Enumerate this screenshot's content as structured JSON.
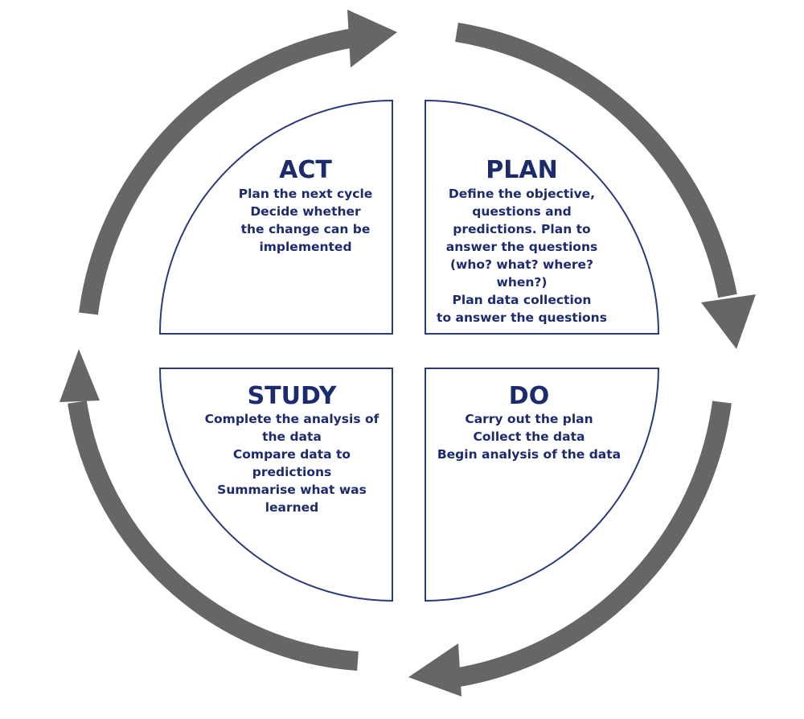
{
  "colors": {
    "arrow": "#666666",
    "text": "#1c2b6e",
    "border": "#2b3a78"
  },
  "quadrants": {
    "act": {
      "title": "ACT",
      "lines": [
        "Plan the next cycle",
        "Decide whether",
        "the change can be",
        "implemented"
      ]
    },
    "plan": {
      "title": "PLAN",
      "lines": [
        "Define the objective,",
        "questions and",
        "predictions. Plan to",
        "answer the questions",
        "(who? what? where?",
        "when?)",
        "Plan data collection",
        "to answer the questions"
      ]
    },
    "study": {
      "title": "STUDY",
      "lines": [
        "Complete the analysis of",
        "the data",
        "Compare data to",
        "predictions",
        "Summarise what was",
        "learned"
      ]
    },
    "do": {
      "title": "DO",
      "lines": [
        "Carry out the plan",
        "Collect the data",
        "Begin analysis of the data"
      ]
    }
  }
}
